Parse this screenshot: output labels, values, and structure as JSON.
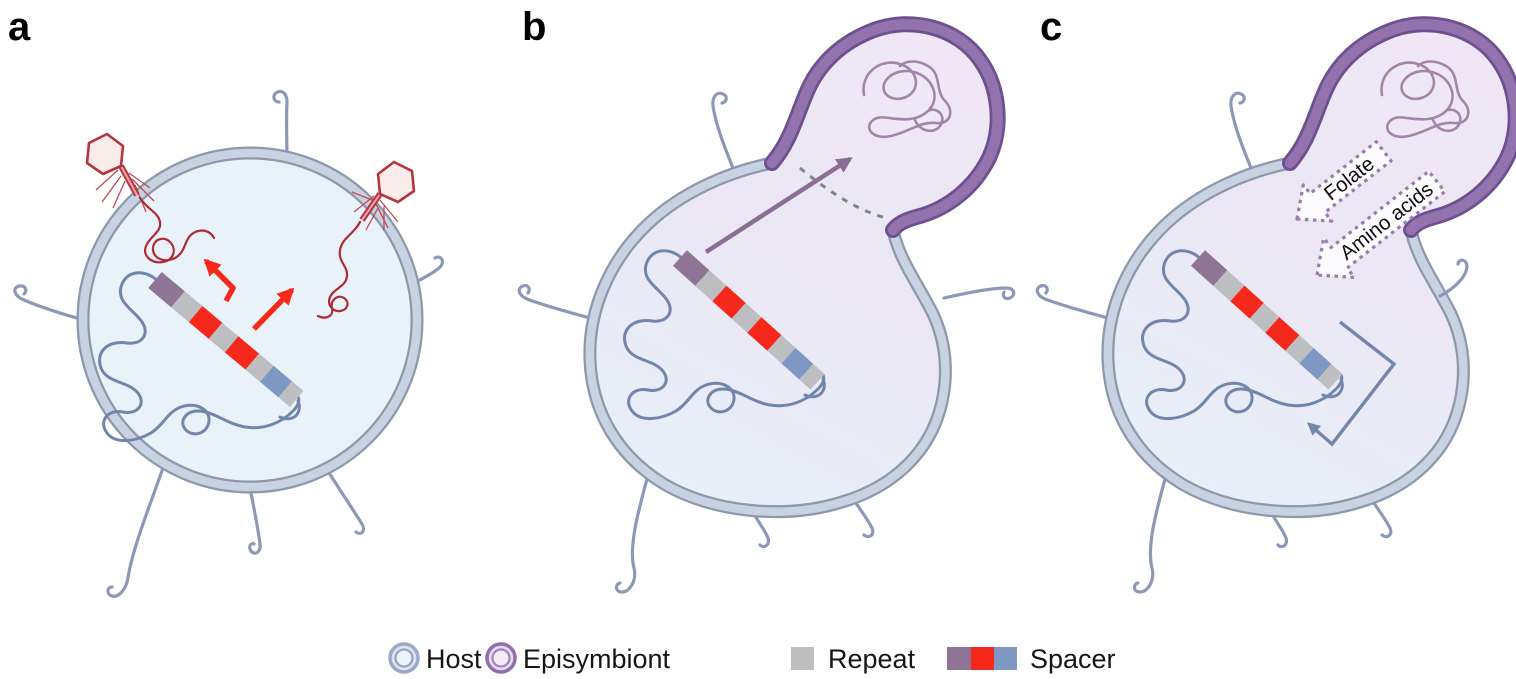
{
  "figure": {
    "panels": [
      {
        "label": "a"
      },
      {
        "label": "b"
      },
      {
        "label": "c"
      }
    ],
    "annotations": {
      "folate": "Folate",
      "amino_acids": "Amino acids"
    },
    "legend": {
      "items": [
        {
          "id": "host",
          "label": "Host"
        },
        {
          "id": "episymbiont",
          "label": "Episymbiont"
        },
        {
          "id": "repeat",
          "label": "Repeat"
        },
        {
          "id": "spacer",
          "label": "Spacer"
        }
      ]
    },
    "colors": {
      "host_fill": "#e9f2f9",
      "host_membrane_edge": "#8c98ab",
      "host_membrane_band": "#c7d2e2",
      "episymbiont_band": "#9273ae",
      "episymbiont_edge": "#6e4f90",
      "episymbiont_fill": "#efe8f5",
      "repeat_gray": "#bdbebf",
      "spacer_purple": "#8e7596",
      "spacer_red": "#f5291b",
      "spacer_blue": "#7e97c3",
      "phage_red": "#b43540",
      "flagella_gray": "#8b99b6",
      "host_dna": "#7186ab",
      "episymbiont_dna": "#a285a8",
      "transfer_arrow": "#8a6e93"
    }
  }
}
